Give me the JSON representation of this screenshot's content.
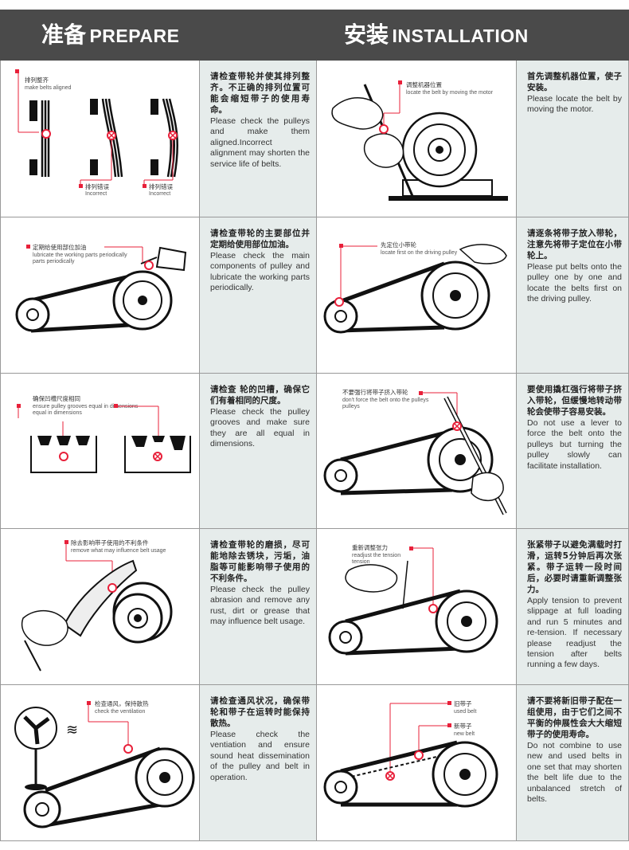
{
  "header": {
    "left_zh": "准备",
    "left_en": "PREPARE",
    "right_zh": "安装",
    "right_en": "INSTALLATION"
  },
  "rows": [
    {
      "prepare": {
        "label_zh": "排列整齐",
        "label_en": "make belts aligned",
        "label2_zh": "排列错误",
        "label2_en": "Incorrect",
        "label3_zh": "排列错误",
        "label3_en": "Incorrect",
        "text_zh": "请检查带轮并使其排列整齐。不正确的排列位置可能会缩短带子的使用寿命。",
        "text_en": "Please check the pulleys and make them aligned.Incorrect alignment may shorten the service life of belts."
      },
      "install": {
        "label_zh": "调整机器位置",
        "label_en": "locate the belt by moving the motor",
        "text_zh": "首先调整机器位置，使子安装。",
        "text_en": "Please locate the belt by moving the motor."
      }
    },
    {
      "prepare": {
        "label_zh": "定期给使用部位加油",
        "label_en": "lubricate the working parts periodically",
        "text_zh": "请检查带轮的主要部位并定期给使用部位加油。",
        "text_en": "Please check the main components of pulley and lubricate the working parts periodically."
      },
      "install": {
        "label_zh": "先定位小带轮",
        "label_en": "locate first on the driving pulley",
        "text_zh": "请逐条将带子放入带轮，注意先将带子定位在小带轮上。",
        "text_en": "Please put belts onto the pulley one by one and locate the belts first on the driving pulley."
      }
    },
    {
      "prepare": {
        "label_zh": "确保凹槽尺度相同",
        "label_en": "ensure pulley grooves equal in dimensions",
        "text_zh": "请检查 轮的凹槽，确保它们有着相同的尺度。",
        "text_en": "Please check the pulley grooves and make sure they are all equal in dimensions."
      },
      "install": {
        "label_zh": "不要强行将带子挤入带轮",
        "label_en": "don't force the belt onto the pulleys",
        "text_zh": "要使用撬杠强行将带子挤入带轮，但缓慢地转动带轮会使带子容易安装。",
        "text_en": "Do not use a lever to force the belt onto the pulleys but turning the pulley slowly can facilitate installation."
      }
    },
    {
      "prepare": {
        "label_zh": "除去影响带子使用的不利条件",
        "label_en": "remove what may influence belt usage",
        "text_zh": "请检查带轮的磨损，尽可能地除去锈块，污垢，油脂等可能影响带子使用的不利条件。",
        "text_en": "Please check the pulley abrasion and remove any rust, dirt or grease that may influence belt usage."
      },
      "install": {
        "label_zh": "重新调整张力",
        "label_en": "readjust the tension",
        "text_zh": "张紧带子以避免满载时打滑，运转5分钟后再次张紧。带子运转一段时间后，必要时请重新调整张力。",
        "text_en": "Apply tension to prevent slippage at full loading and run 5 minutes and re-tension. If necessary please readjust the tension after belts running a few days."
      }
    },
    {
      "prepare": {
        "label_zh": "检查通风，保持散热",
        "label_en": "check the ventilation",
        "text_zh": "请检查通风状况，确保带轮和带子在运转时能保持散热。",
        "text_en": "Please check the ventiation and ensure sound heat dissemination of the pulley and belt in operation."
      },
      "install": {
        "label_zh": "旧带子",
        "label_en": "used belt",
        "label2_zh": "新带子",
        "label2_en": "new belt",
        "text_zh": "请不要将新旧带子配在一组使用，由于它们之间不平衡的伸展性会大大缩短带子的使用寿命。",
        "text_en": "Do not combine to use new and used belts in one set that may shorten the belt life due to the unbalanced stretch of belts."
      }
    }
  ],
  "colors": {
    "header_bg": "#4a4a4a",
    "text_cell_bg": "#e6eceb",
    "marker_red": "#e8203a"
  }
}
